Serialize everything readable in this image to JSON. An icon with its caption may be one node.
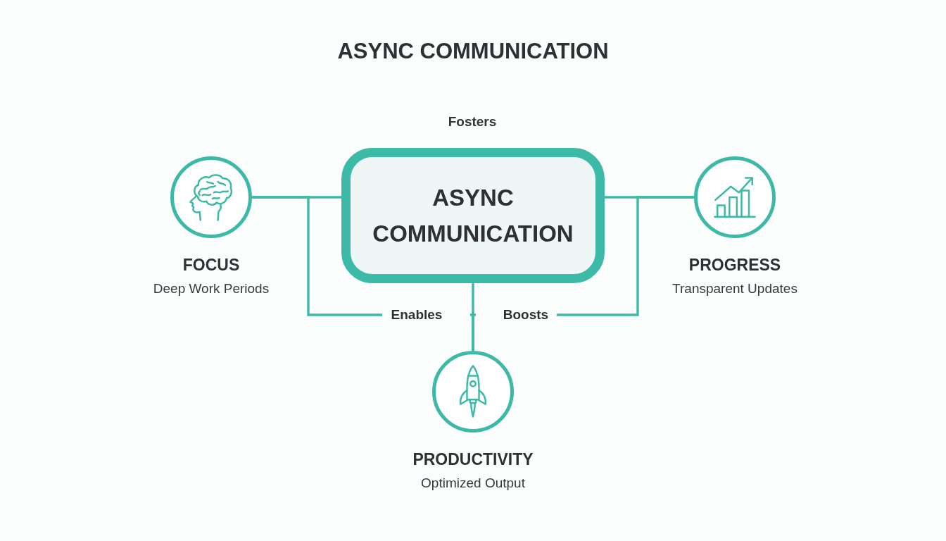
{
  "diagram": {
    "title": "ASYNC COMMUNICATION",
    "nodes": [
      {
        "text": [
          "ASYNC COMMUNICATION"
        ]
      },
      {
        "text": [],
        "shape": "circle",
        "beside": [
          "FOCUS",
          "Deep Work Periods"
        ]
      },
      {
        "text": [],
        "shape": "circle",
        "beside": [
          "PROGRESS",
          "Transparent Updates"
        ]
      },
      {
        "text": [],
        "shape": "circle",
        "beside": [
          "PRODUCTIVITY",
          "Optimized Output"
        ]
      }
    ],
    "edges": [
      {
        "from": 1,
        "to": 0,
        "arrow": "none"
      },
      {
        "from": 0,
        "to": 2,
        "arrow": "none"
      },
      {
        "from": 0,
        "to": 3,
        "arrow": "none"
      },
      {
        "from": 1,
        "to": 3,
        "label": "Enables",
        "arrow": "none"
      },
      {
        "from": 2,
        "to": 3,
        "label": "Boosts",
        "arrow": "none"
      }
    ],
    "labels": [
      "Fosters"
    ]
  }
}
